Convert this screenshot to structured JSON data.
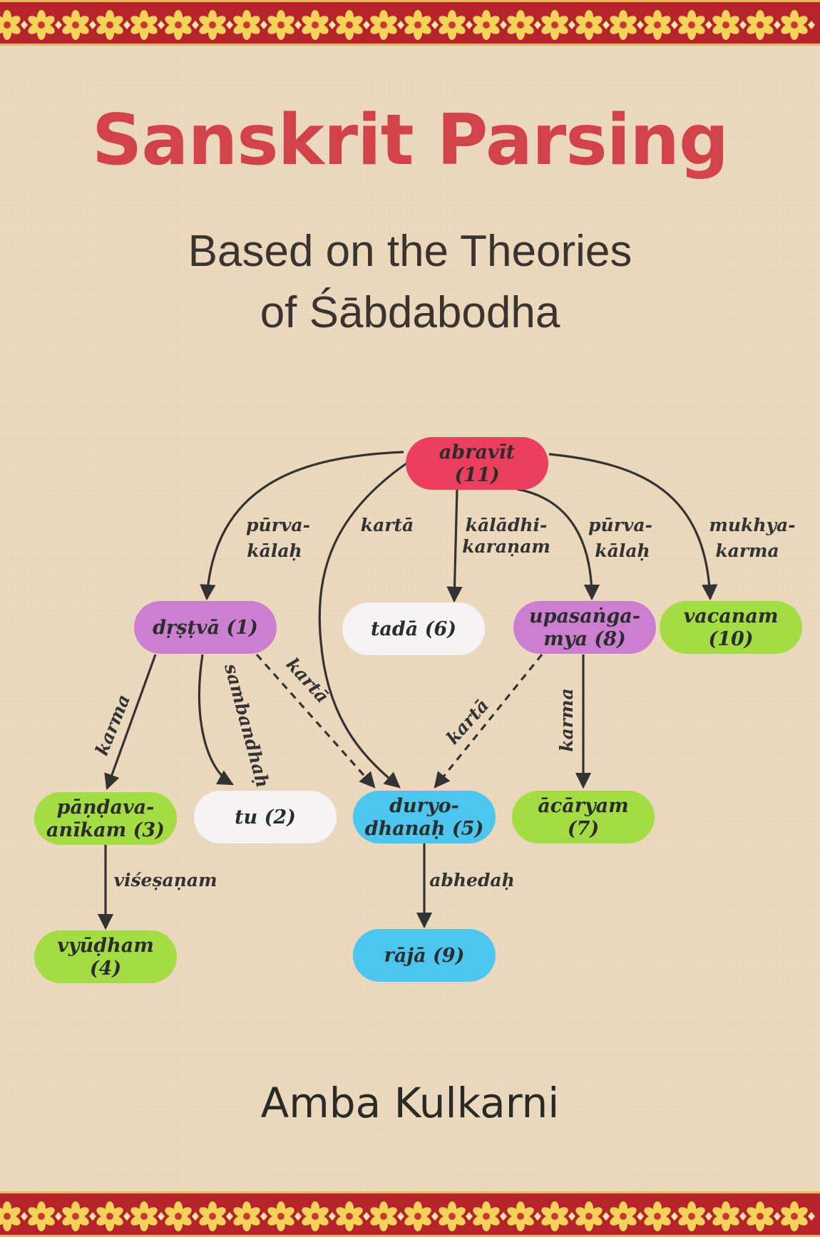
{
  "cover": {
    "title": "Sanskrit Parsing",
    "subtitle_line1": "Based on the Theories",
    "subtitle_line2": "of Śābdabodha",
    "author": "Amba Kulkarni"
  },
  "colors": {
    "title": "#d2424a",
    "border_band": "#b7232a",
    "node_red": "#ec3f5e",
    "node_purple": "#cc7ed0",
    "node_white": "#f5f3f3",
    "node_green": "#a4dc43",
    "node_blue": "#4cc6ef"
  },
  "diagram": {
    "nodes": [
      {
        "id": "abravit",
        "lines": [
          "abravīt",
          "(11)"
        ],
        "color": "node_red"
      },
      {
        "id": "drstva",
        "lines": [
          "dṛṣṭvā (1)"
        ],
        "color": "node_purple"
      },
      {
        "id": "tada",
        "lines": [
          "tadā (6)"
        ],
        "color": "node_white"
      },
      {
        "id": "upasangamya",
        "lines": [
          "upasaṅga-",
          "mya (8)"
        ],
        "color": "node_purple"
      },
      {
        "id": "vacanam",
        "lines": [
          "vacanam",
          "(10)"
        ],
        "color": "node_green"
      },
      {
        "id": "pandava",
        "lines": [
          "pāṇḍava-",
          "anīkam (3)"
        ],
        "color": "node_green"
      },
      {
        "id": "tu",
        "lines": [
          "tu (2)"
        ],
        "color": "node_white"
      },
      {
        "id": "duryodhanah",
        "lines": [
          "duryo-",
          "dhanaḥ (5)"
        ],
        "color": "node_blue"
      },
      {
        "id": "acaryam",
        "lines": [
          "ācāryam",
          "(7)"
        ],
        "color": "node_green"
      },
      {
        "id": "vyudham",
        "lines": [
          "vyūḍham",
          "(4)"
        ],
        "color": "node_green"
      },
      {
        "id": "raja",
        "lines": [
          "rājā (9)"
        ],
        "color": "node_blue"
      }
    ],
    "edges": [
      {
        "from": "abravit",
        "to": "drstva",
        "lines": [
          "pūrva-",
          "kālaḥ"
        ],
        "dashed": false
      },
      {
        "from": "abravit",
        "to": "duryodhanah",
        "lines": [
          "kartā"
        ],
        "dashed": false
      },
      {
        "from": "abravit",
        "to": "tada",
        "lines": [
          "kālādhi-",
          "karaṇam"
        ],
        "dashed": false
      },
      {
        "from": "abravit",
        "to": "upasangamya",
        "lines": [
          "pūrva-",
          "kālaḥ"
        ],
        "dashed": false
      },
      {
        "from": "abravit",
        "to": "vacanam",
        "lines": [
          "mukhya-",
          "karma"
        ],
        "dashed": false
      },
      {
        "from": "drstva",
        "to": "pandava",
        "lines": [
          "karma"
        ],
        "dashed": false
      },
      {
        "from": "drstva",
        "to": "tu",
        "lines": [
          "sambandhaḥ"
        ],
        "dashed": false
      },
      {
        "from": "drstva",
        "to": "duryodhanah",
        "lines": [
          "kartā"
        ],
        "dashed": true
      },
      {
        "from": "upasangamya",
        "to": "duryodhanah",
        "lines": [
          "kartā"
        ],
        "dashed": true
      },
      {
        "from": "upasangamya",
        "to": "acaryam",
        "lines": [
          "karma"
        ],
        "dashed": false
      },
      {
        "from": "pandava",
        "to": "vyudham",
        "lines": [
          "viśeṣaṇam"
        ],
        "dashed": false
      },
      {
        "from": "duryodhanah",
        "to": "raja",
        "lines": [
          "abhedaḥ"
        ],
        "dashed": false
      }
    ]
  }
}
